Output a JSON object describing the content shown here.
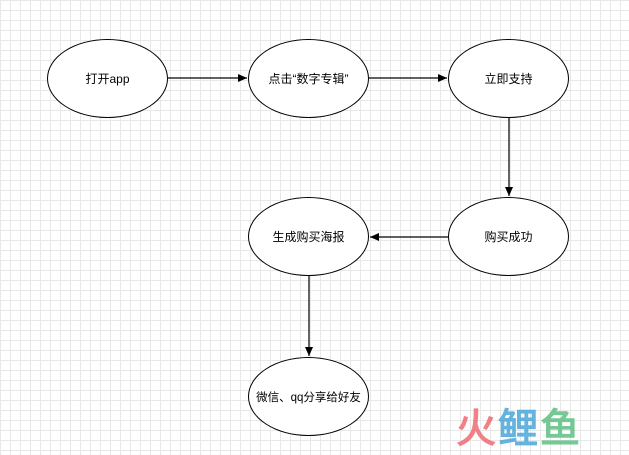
{
  "nodes": {
    "open_app": "打开app",
    "click_album": "点击“数字专辑”",
    "support_now": "立即支持",
    "purchase_success": "购买成功",
    "generate_poster": "生成购买海报",
    "share": "微信、qq分享给好友"
  },
  "watermark": {
    "char1": "火",
    "char2": "鲤",
    "char3": "鱼"
  },
  "colors": {
    "stroke": "#000000",
    "grid": "#e8e8e8",
    "watermark_red": "#ef6a73",
    "watermark_blue": "#4aa7db",
    "watermark_green": "#5fbf84"
  }
}
